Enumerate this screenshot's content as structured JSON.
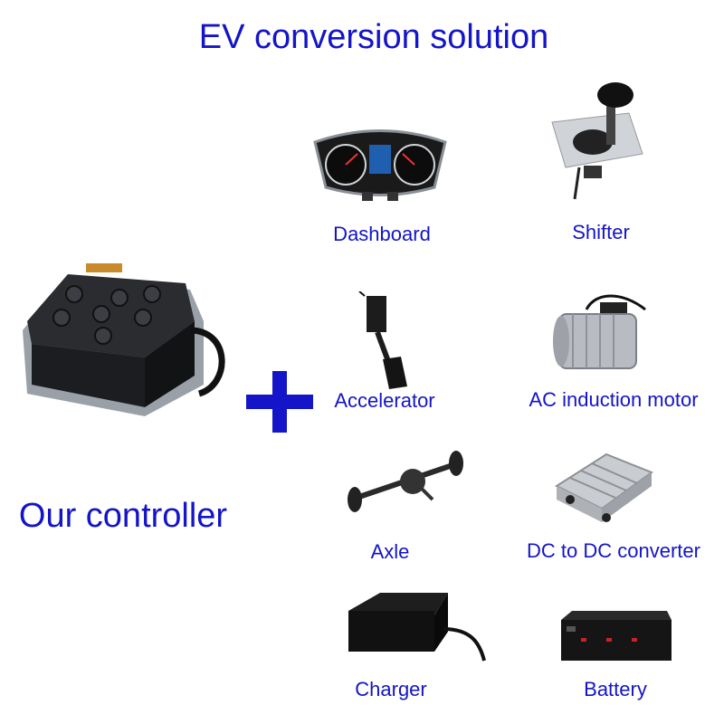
{
  "title": "EV conversion solution",
  "controller_label": "Our controller",
  "colors": {
    "text": "#1414c8",
    "background": "#ffffff"
  },
  "components": [
    {
      "label": "Dashboard",
      "icon": "dashboard-icon"
    },
    {
      "label": "Shifter",
      "icon": "shifter-icon"
    },
    {
      "label": "Accelerator",
      "icon": "accelerator-pedal-icon"
    },
    {
      "label": "AC induction motor",
      "icon": "motor-icon"
    },
    {
      "label": "Axle",
      "icon": "axle-icon"
    },
    {
      "label": "DC to DC converter",
      "icon": "dc-converter-icon"
    },
    {
      "label": "Charger",
      "icon": "charger-icon"
    },
    {
      "label": "Battery",
      "icon": "battery-icon"
    }
  ]
}
